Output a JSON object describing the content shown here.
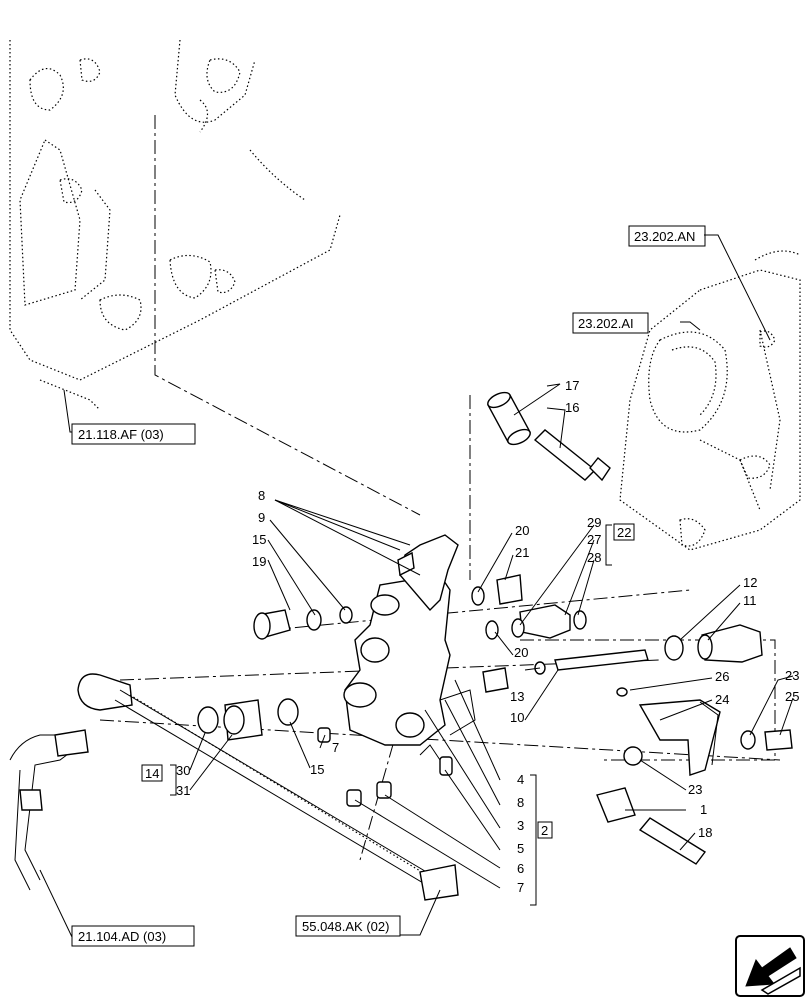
{
  "references": [
    {
      "id": "ref-21-118-af",
      "label": "21.118.AF (03)"
    },
    {
      "id": "ref-23-202-an",
      "label": "23.202.AN"
    },
    {
      "id": "ref-23-202-ai",
      "label": "23.202.AI"
    },
    {
      "id": "ref-21-104-ad",
      "label": "21.104.AD (03)"
    },
    {
      "id": "ref-55-048-ak",
      "label": "55.048.AK (02)"
    }
  ],
  "kits": [
    {
      "id": "kit-22",
      "label": "22"
    },
    {
      "id": "kit-2",
      "label": "2"
    },
    {
      "id": "kit-14",
      "label": "14"
    }
  ],
  "callouts": {
    "c17": "17",
    "c16": "16",
    "c8a": "8",
    "c9": "9",
    "c15a": "15",
    "c19": "19",
    "c20a": "20",
    "c21": "21",
    "c29": "29",
    "c27": "27",
    "c28": "28",
    "c12": "12",
    "c11": "11",
    "c20b": "20",
    "c13": "13",
    "c10": "10",
    "c26": "26",
    "c24": "24",
    "c23a": "23",
    "c25": "25",
    "c23b": "23",
    "c1": "1",
    "c18": "18",
    "c4": "4",
    "c8b": "8",
    "c3": "3",
    "c5": "5",
    "c6": "6",
    "c7a": "7",
    "c7b": "7",
    "c15b": "15",
    "c30": "30",
    "c31": "31"
  },
  "icons": {
    "nav": "back-arrow-icon"
  }
}
